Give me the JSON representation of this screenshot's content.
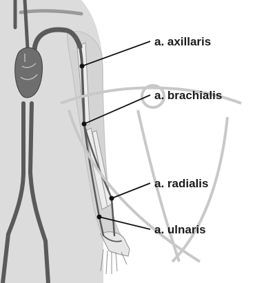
{
  "labels": {
    "axillaris": "a. axillaris",
    "brachialis": "a. brachialis",
    "radialis": "a. radialis",
    "ulnaris": "a. ulnaris"
  },
  "colors": {
    "background": "#ffffff",
    "skin": "#d9d9d9",
    "bone": "#ebebeb",
    "artery": "#5a5a5a",
    "heart": "#6e6e6e",
    "leader_line": "#111111",
    "watermark": "#c8c8c8"
  }
}
